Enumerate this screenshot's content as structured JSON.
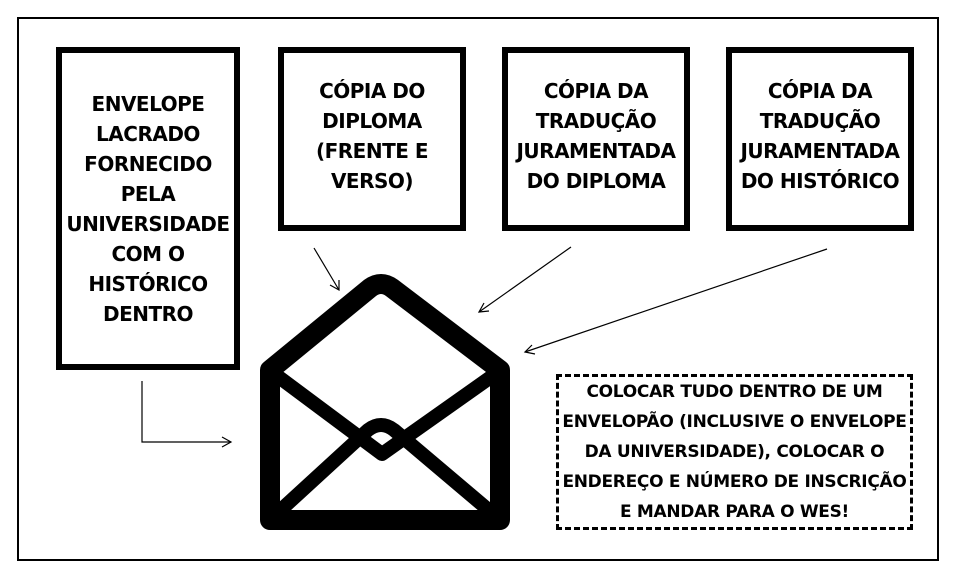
{
  "boxes": {
    "envelope": "ENVELOPE\nLACRADO\nFORNECIDO\nPELA\nUNIVERSIDADE\nCOM O\nHISTÓRICO\nDENTRO",
    "diploma": "CÓPIA DO\nDIPLOMA\n(FRENTE E\nVERSO)",
    "trad_diploma": "CÓPIA DA\nTRADUÇÃO\nJURAMENTADA\nDO DIPLOMA",
    "trad_historico": "CÓPIA DA\nTRADUÇÃO\nJURAMENTADA\nDO HISTÓRICO"
  },
  "note": "COLOCAR TUDO DENTRO DE UM\nENVELOPÃO (INCLUSIVE O ENVELOPE\nDA UNIVERSIDADE), COLOCAR O\nENDEREÇO E NÚMERO DE INSCRIÇÃO\nE MANDAR PARA O WES!",
  "icons": {
    "envelope": "open-envelope-icon"
  },
  "colors": {
    "line": "#000000",
    "background": "#ffffff"
  }
}
